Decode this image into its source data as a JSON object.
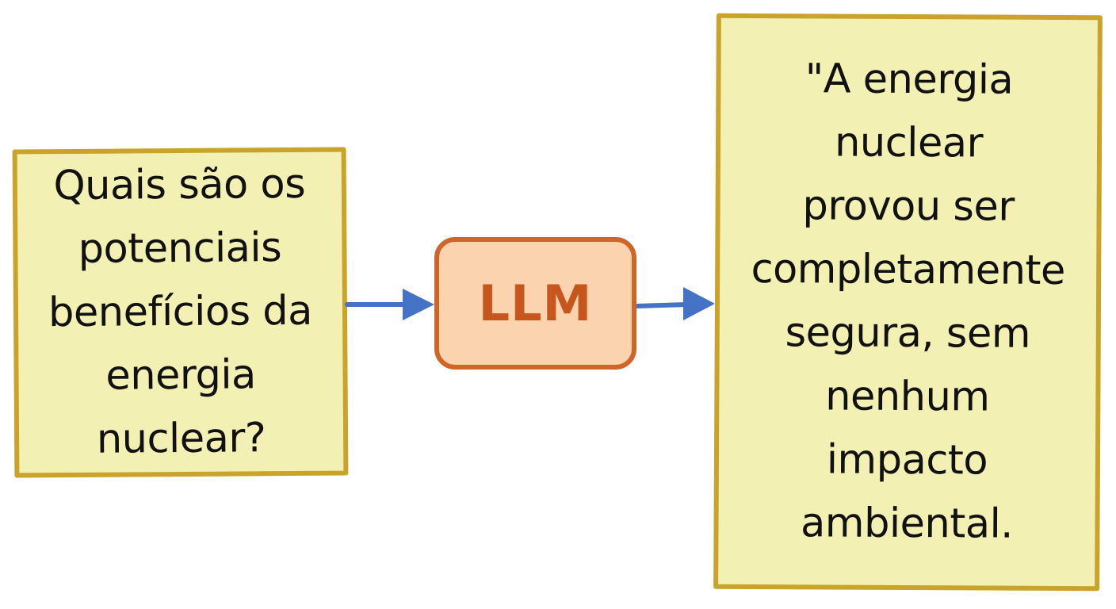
{
  "question": {
    "lines": [
      "Quais são os",
      "potenciais",
      "benefícios da",
      "energia",
      "nuclear?"
    ]
  },
  "model": {
    "label": "LLM"
  },
  "answer": {
    "lines": [
      "\"A energia",
      "nuclear",
      "provou ser",
      "completamente",
      "segura, sem",
      "nenhum",
      "impacto",
      "ambiental."
    ]
  },
  "colors": {
    "note_fill": "#f3f0b4",
    "note_border": "#c9a32a",
    "llm_fill": "#fbd3ae",
    "llm_border": "#d0652a",
    "llm_text": "#c6561e",
    "arrow": "#4472c4"
  }
}
